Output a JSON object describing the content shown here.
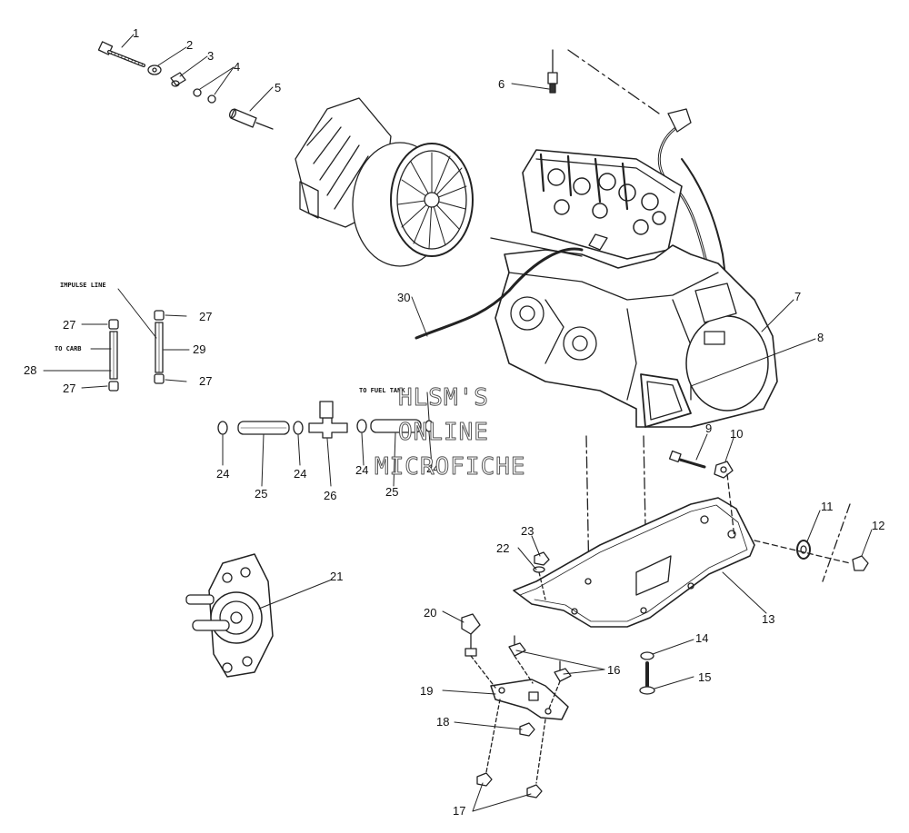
{
  "watermark": {
    "line1": "HLSM'S",
    "line2": "ONLINE",
    "line3": "MICROFICHE"
  },
  "notes": {
    "impulse_line": "IMPULSE LINE",
    "to_carb": "TO CARB",
    "to_fuel_tank": "TO FUEL TANK"
  },
  "callouts": {
    "c1": "1",
    "c2": "2",
    "c3": "3",
    "c4": "4",
    "c5": "5",
    "c6": "6",
    "c7": "7",
    "c8": "8",
    "c9": "9",
    "c10": "10",
    "c11": "11",
    "c12": "12",
    "c13": "13",
    "c14": "14",
    "c15": "15",
    "c16": "16",
    "c17": "17",
    "c18": "18",
    "c19": "19",
    "c20": "20",
    "c21": "21",
    "c22": "22",
    "c23": "23",
    "c24a": "24",
    "c24b": "24",
    "c24c": "24",
    "c24d": "24",
    "c25a": "25",
    "c25b": "25",
    "c26": "26",
    "c27a": "27",
    "c27b": "27",
    "c27c": "27",
    "c27d": "27",
    "c28": "28",
    "c29": "29",
    "c30": "30"
  }
}
